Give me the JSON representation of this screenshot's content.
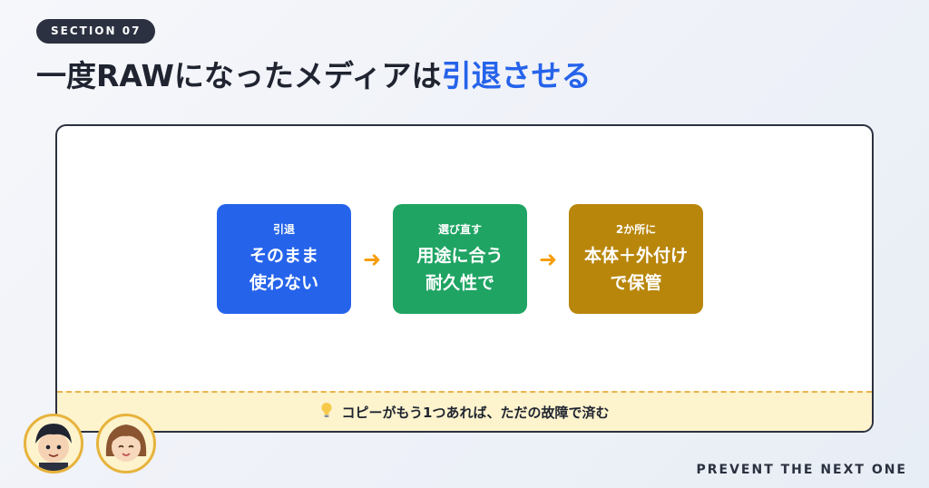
{
  "header": {
    "section_label": "SECTION 07",
    "title_main": "一度RAWになったメディアは",
    "title_accent": "引退させる"
  },
  "flow": {
    "steps": [
      {
        "label": "引退",
        "line1": "そのまま",
        "line2": "使わない",
        "color": "#2563eb"
      },
      {
        "label": "選び直す",
        "line1": "用途に合う",
        "line2": "耐久性で",
        "color": "#1fa463"
      },
      {
        "label": "2か所に",
        "line1": "本体＋外付け",
        "line2": "で保管",
        "color": "#b8860b"
      }
    ],
    "arrow_icon": "arrow-right-icon",
    "arrow_color": "#f59e0b"
  },
  "tip": {
    "icon": "lightbulb-icon",
    "text": "コピーがもう1つあれば、ただの故障で済む"
  },
  "footer": {
    "text": "PREVENT THE NEXT ONE"
  },
  "colors": {
    "accent": "#2563eb",
    "dark": "#2b3140",
    "tip_bg": "#fdf3cd"
  }
}
